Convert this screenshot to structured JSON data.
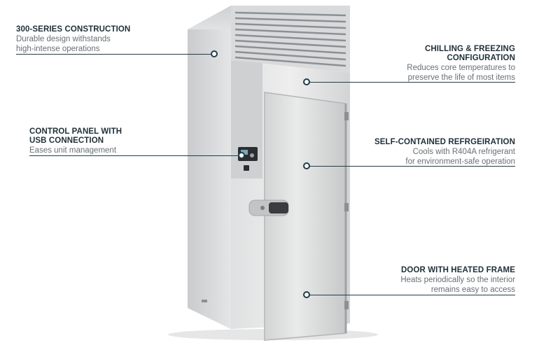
{
  "callouts": [
    {
      "title_lines": [
        "300-SERIES CONSTRUCTION"
      ],
      "desc_lines": [
        "Durable design withstands",
        "high-intense operations"
      ]
    },
    {
      "title_lines": [
        "CONTROL PANEL WITH",
        "USB CONNECTION"
      ],
      "desc_lines": [
        "Eases unit management"
      ]
    },
    {
      "title_lines": [
        "CHILLING & FREEZING",
        "CONFIGURATION"
      ],
      "desc_lines": [
        "Reduces core temperatures to",
        "preserve the life of most items"
      ]
    },
    {
      "title_lines": [
        "SELF-CONTAINED REFRGEIRATION"
      ],
      "desc_lines": [
        "Cools with R404A refrigerant",
        "for environment-safe operation"
      ]
    },
    {
      "title_lines": [
        "DOOR WITH HEATED FRAME"
      ],
      "desc_lines": [
        "Heats periodically so the interior",
        "remains easy to access"
      ]
    }
  ],
  "colors": {
    "accent": "#1f3d4a",
    "title": "#1f2f38",
    "description": "#6a6f73",
    "stainless": "#d6d8d9"
  }
}
